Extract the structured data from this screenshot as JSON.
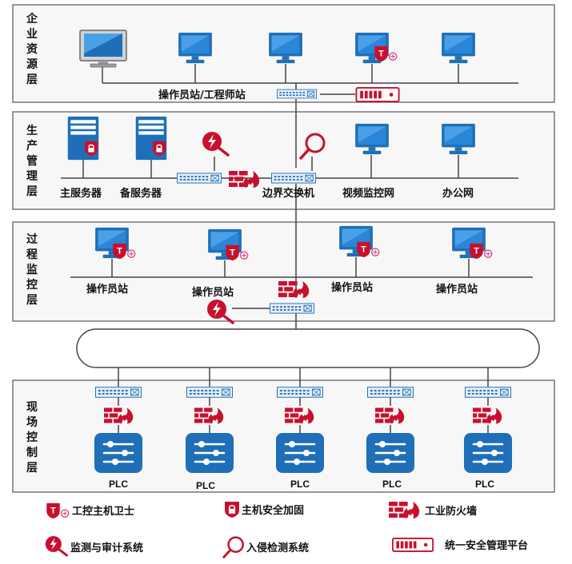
{
  "layers": {
    "enterprise": "企业资源层",
    "production": "生产管理层",
    "process": "过程监控层",
    "field": "现场控制层"
  },
  "labels": {
    "operator_engineer_station": "操作员站/工程师站",
    "main_server": "主服务器",
    "backup_server": "备服务器",
    "boundary_switch": "边界交换机",
    "video_network": "视频监控网",
    "office_network": "办公网",
    "operator_station": "操作员站",
    "plc": "PLC"
  },
  "legend": {
    "host_guard": "工控主机卫士",
    "host_hardening": "主机安全加固",
    "industrial_firewall": "工业防火墙",
    "monitor_audit": "监测与审计系统",
    "ids": "入侵检测系统",
    "unified_platform": "统一安全管理平台"
  },
  "colors": {
    "icon_blue": "#1e6fb8",
    "security_red": "#c8102e",
    "layer_border": "#555555",
    "layer_bg": "#f7f7f7"
  }
}
